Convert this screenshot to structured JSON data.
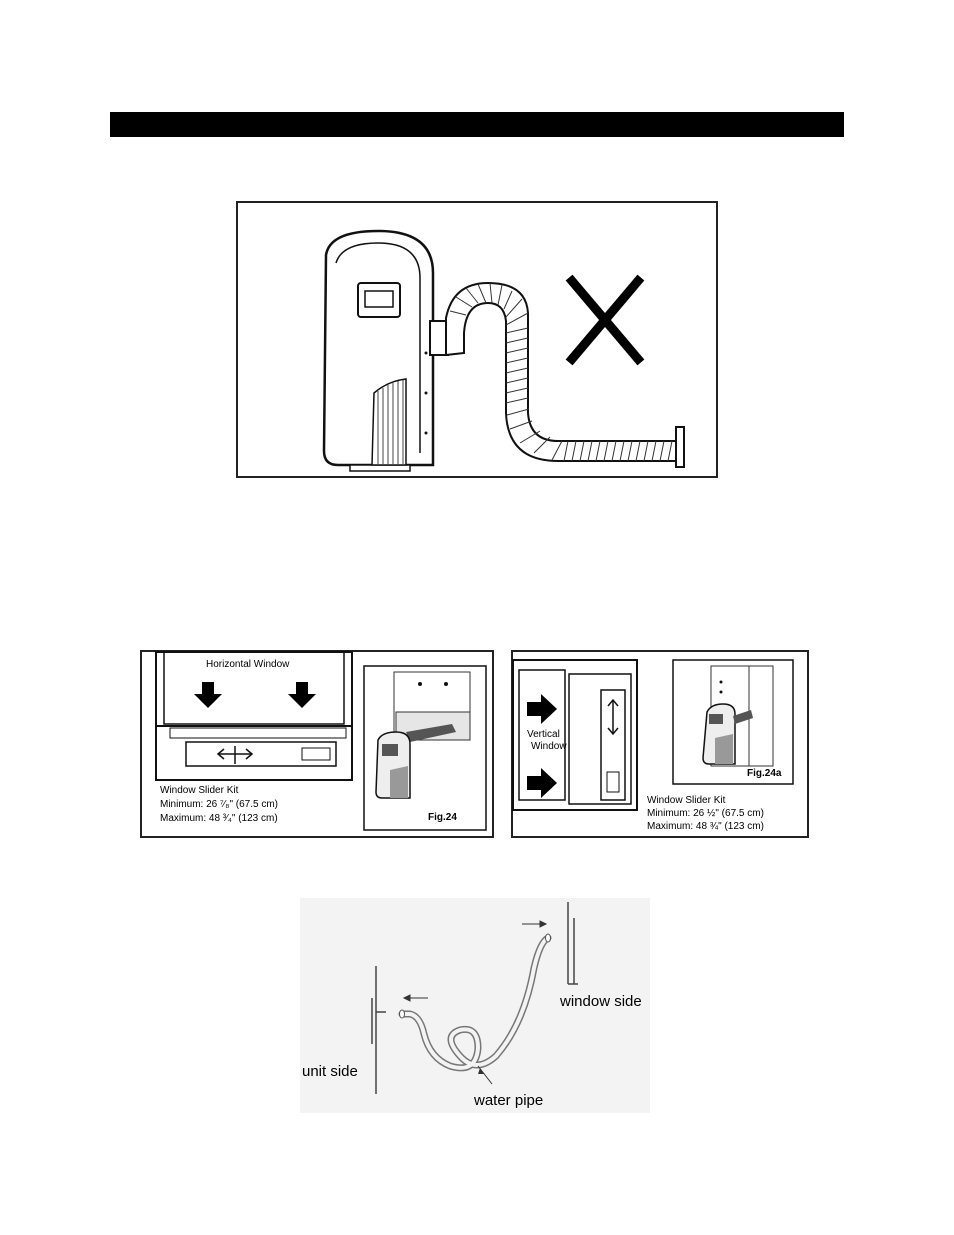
{
  "figure_24": {
    "title": "Horizontal Window",
    "kit_title": "Window Slider Kit",
    "minimum": "Minimum:  26 ⁷⁄₈\" (67.5 cm)",
    "maximum": "Maximum:  48 ³⁄₄\" (123 cm)",
    "caption": "Fig.24"
  },
  "figure_24a": {
    "title_line1": "Vertical",
    "title_line2": "Window",
    "kit_title": "Window Slider Kit",
    "minimum": "Minimum:  26 ½\" (67.5 cm)",
    "maximum": "Maximum:  48 ¾\" (123 cm)",
    "caption": "Fig.24a"
  },
  "drain_figure": {
    "unit_side": "unit side",
    "window_side": "window side",
    "water_pipe": "water pipe"
  }
}
